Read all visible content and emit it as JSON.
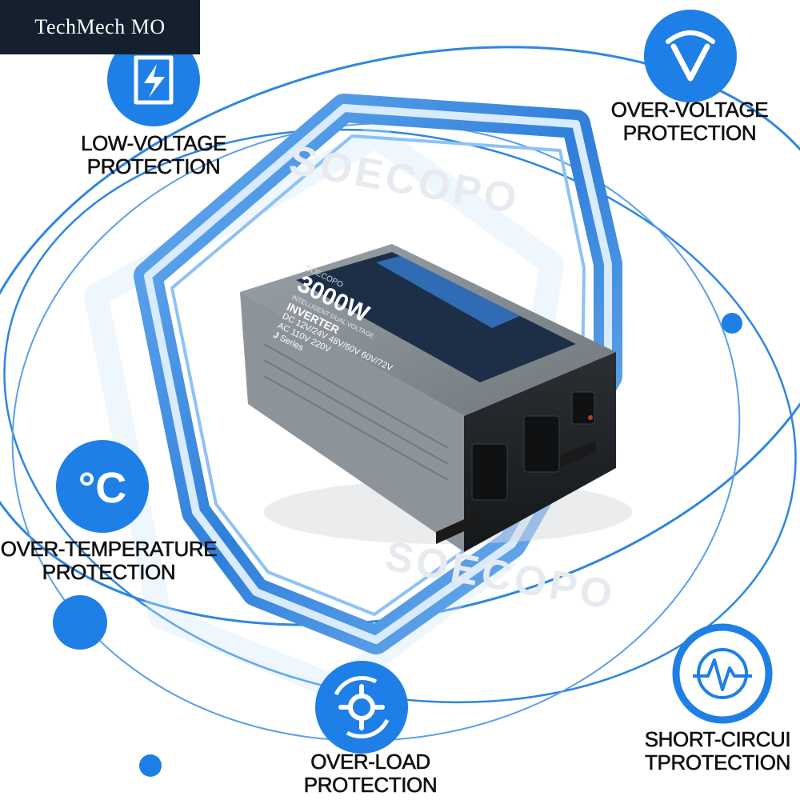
{
  "badge": {
    "text": "TechMech MO"
  },
  "watermark": "SOECOPO",
  "colors": {
    "accent": "#1e7fe6",
    "orbit": "#2f86e0",
    "shield_outer": "#4f97e6",
    "shield_inner": "#c5e0fb",
    "badge_bg": "#14202e"
  },
  "features": [
    {
      "id": "low-voltage",
      "icon": "lightning-bolt-icon",
      "line1": "LOW-VOLTAGE",
      "line2": "PROTECTION"
    },
    {
      "id": "over-voltage",
      "icon": "chevron-v-icon",
      "line1": "OVER-VOLTAGE",
      "line2": "PROTECTION"
    },
    {
      "id": "over-temperature",
      "icon": "celsius-icon",
      "line1": "OVER-TEMPERATURE",
      "line2": "PROTECTION"
    },
    {
      "id": "over-load",
      "icon": "gear-cycle-icon",
      "line1": "OVER-LOAD",
      "line2": "PROTECTION"
    },
    {
      "id": "short-circuit",
      "icon": "pulse-wave-icon",
      "line1": "SHORT-CIRCUI",
      "line2": "TPROTECTION"
    }
  ],
  "product": {
    "brand": "SOECOPO",
    "power": "3000W",
    "subtitle": "INTELLIGENT DUAL VOLTAGE",
    "name": "INVERTER",
    "dc_label": "DC",
    "dc_options": [
      "12V/24V",
      "48V/60V",
      "60V/72V"
    ],
    "ac_label": "AC",
    "ac_options": [
      "110V",
      "220V"
    ],
    "series": "J",
    "series_label": "Series"
  }
}
